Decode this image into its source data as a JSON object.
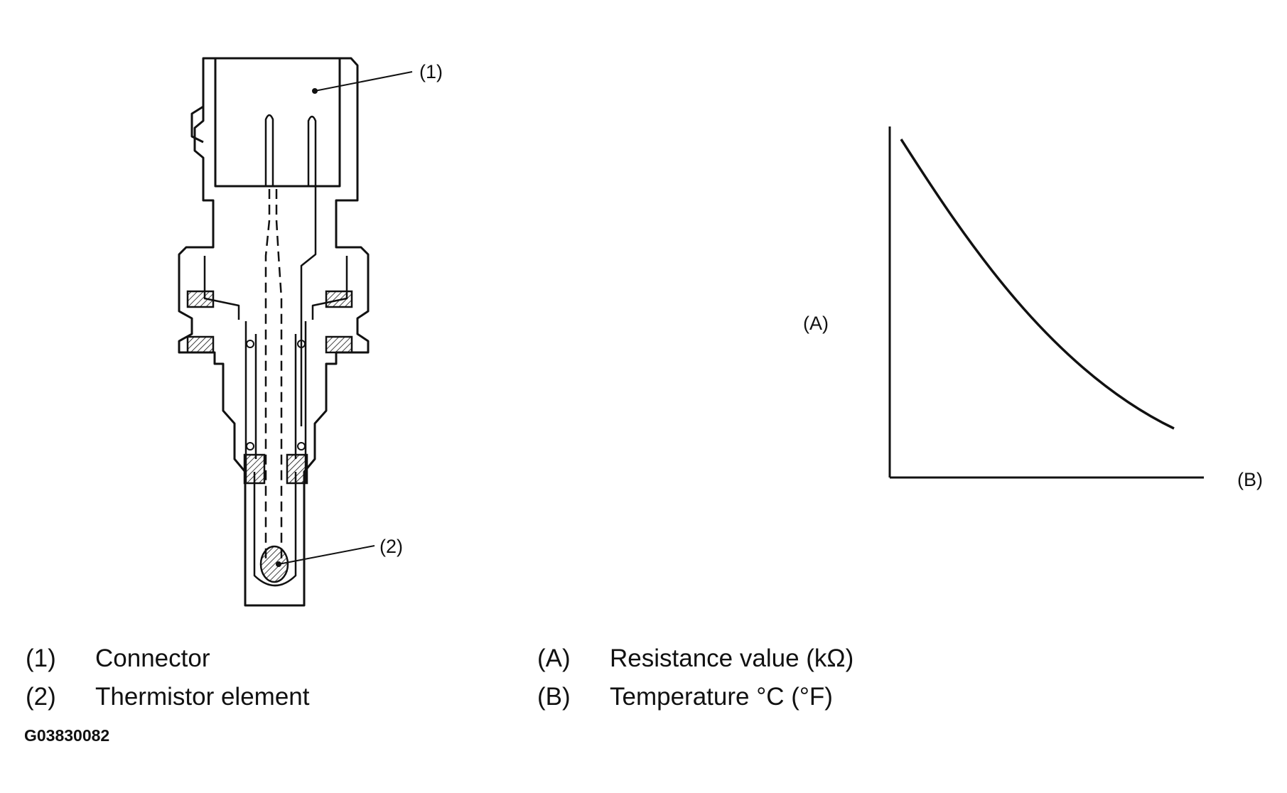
{
  "sensor_diagram": {
    "callouts": [
      {
        "id": "1",
        "label": "(1)"
      },
      {
        "id": "2",
        "label": "(2)"
      }
    ]
  },
  "graph": {
    "y_axis_tag": "(A)",
    "x_axis_tag": "(B)"
  },
  "legend": {
    "left": [
      {
        "key": "(1)",
        "text": "Connector"
      },
      {
        "key": "(2)",
        "text": "Thermistor element"
      }
    ],
    "right": [
      {
        "key": "(A)",
        "text": "Resistance value (kΩ)"
      },
      {
        "key": "(B)",
        "text": "Temperature °C (°F)"
      }
    ]
  },
  "figure_code": "G03830082",
  "colors": {
    "ink": "#111111",
    "background": "#ffffff"
  }
}
